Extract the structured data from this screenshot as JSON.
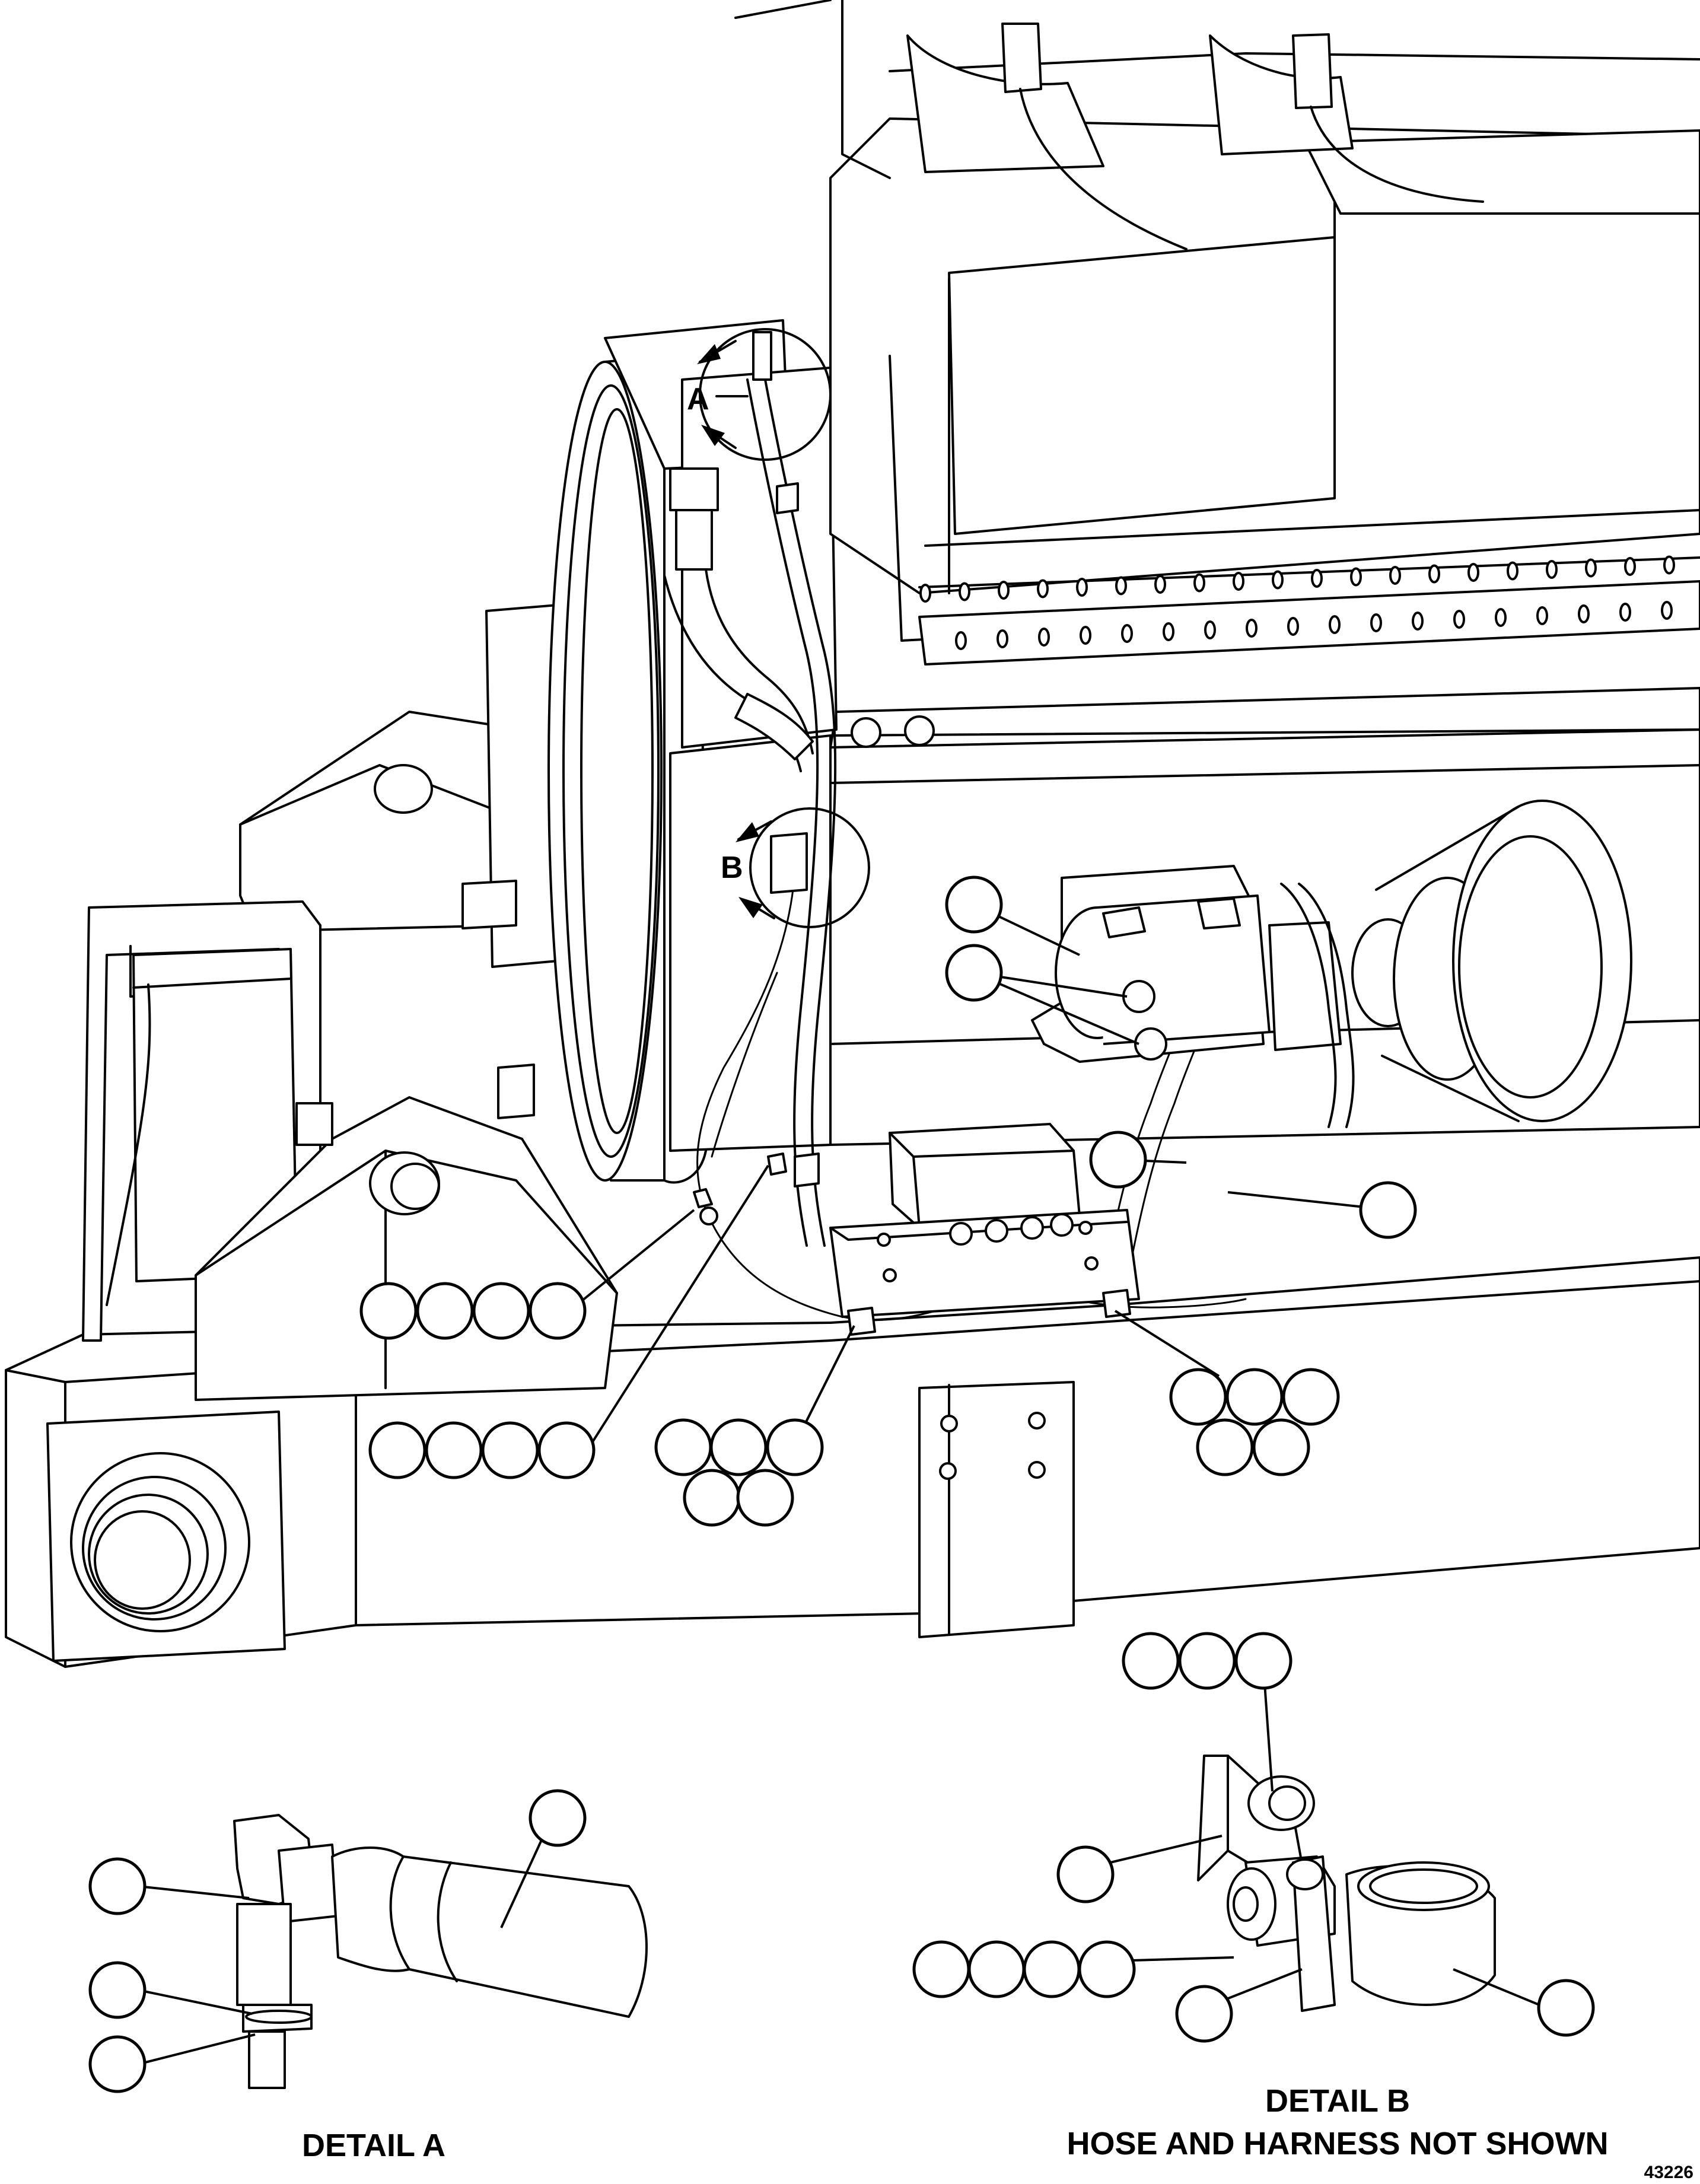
{
  "labels": {
    "detail_a_marker": "A",
    "detail_b_marker": "B",
    "detail_a_caption": "DETAIL A",
    "detail_b_caption": "DETAIL B",
    "detail_b_note": "HOSE AND HARNESS NOT SHOWN",
    "figure_number": "43226"
  },
  "callout_groups": [
    {
      "name": "callout-group-1",
      "count": 1
    },
    {
      "name": "callout-group-2",
      "count": 1
    },
    {
      "name": "callout-group-3",
      "count": 1
    },
    {
      "name": "callout-group-4",
      "count": 1
    },
    {
      "name": "callout-group-5",
      "count": 4
    },
    {
      "name": "callout-group-6",
      "count": 4
    },
    {
      "name": "callout-group-7",
      "count": 5
    },
    {
      "name": "callout-group-8",
      "count": 5
    },
    {
      "name": "callout-group-9",
      "count": 3
    },
    {
      "name": "callout-group-10",
      "count": 1
    },
    {
      "name": "callout-group-11",
      "count": 4
    },
    {
      "name": "callout-group-12",
      "count": 1
    },
    {
      "name": "callout-group-13",
      "count": 1
    },
    {
      "name": "callout-group-14",
      "count": 1
    },
    {
      "name": "callout-group-15",
      "count": 1
    },
    {
      "name": "callout-group-16",
      "count": 1
    }
  ]
}
